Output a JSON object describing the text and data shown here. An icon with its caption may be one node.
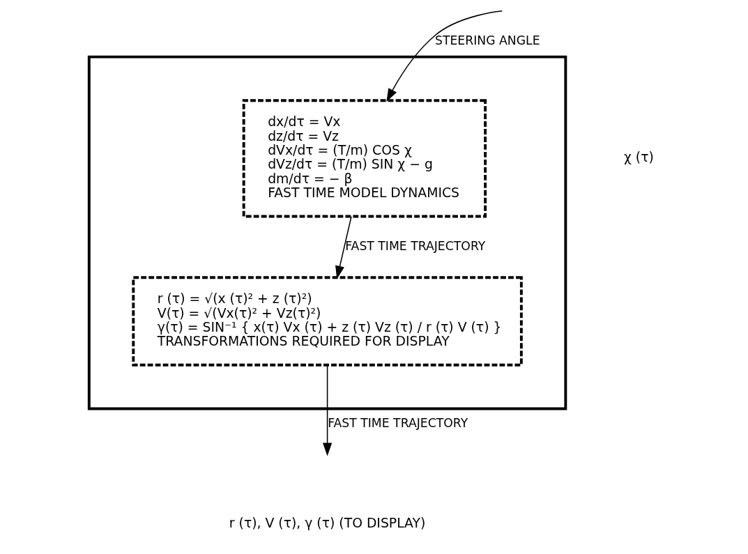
{
  "diagram": {
    "nodes": [
      {
        "text": [],
        "shape": "box"
      },
      {
        "text": [
          "dx/dτ = Vx",
          "dz/dτ = Vz",
          "dVx/dτ = (T/m) COS χ",
          "dVz/dτ = (T/m) SIN χ − g",
          "dm/dτ = − β",
          "FAST TIME MODEL DYNAMICS"
        ],
        "in": 0
      },
      {
        "text": [
          "r (τ) = √(x (τ)² + z (τ)²)",
          "V(τ) = √(Vx(τ)² + Vz(τ)²)",
          "γ(τ) = SIN⁻¹ { x(τ) Vx (τ) + z (τ) Vz (τ) / r (τ) V (τ) }",
          "TRANSFORMATIONS REQUIRED FOR DISPLAY"
        ],
        "in": 0
      }
    ],
    "edges": [
      {
        "from": null,
        "to": 1,
        "arrow": "to",
        "label": "STEERING ANGLE"
      },
      {
        "from": 1,
        "to": 2,
        "arrow": "to",
        "label": "FAST TIME TRAJECTORY"
      },
      {
        "from": 2,
        "to": null,
        "arrow": "to",
        "label": "FAST TIME TRAJECTORY"
      }
    ],
    "labels": [
      "χ (τ)",
      "r (τ), V (τ), γ (τ) (TO DISPLAY)"
    ]
  }
}
